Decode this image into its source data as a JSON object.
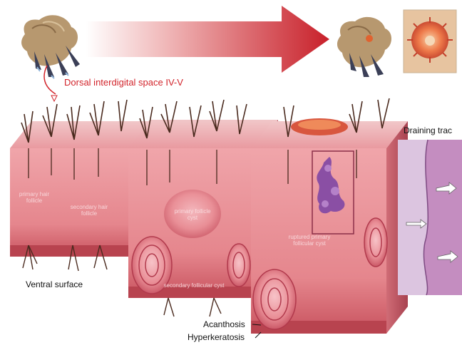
{
  "labels": {
    "dorsal_space": "Dorsal interdigital space IV-V",
    "draining_tract": "Draining trac",
    "ventral_surface": "Ventral surface",
    "acanthosis": "Acanthosis",
    "hyperkeratosis": "Hyperkeratosis"
  },
  "inner_labels": {
    "primary_hair_follicle": "primary hair follicle",
    "secondary_hair_follicle": "secondary hair follicle",
    "primary_hair_cyst": "primary follicle cyst",
    "secondary_follicular_cyst": "secondary follicular cyst",
    "ruptured_cyst": "ruptured primary follicular cyst"
  },
  "colors": {
    "label_red": "#d2242b",
    "skin": "#e9878d",
    "skin_dark": "#c95f6a",
    "arrow_red": "#c8202a",
    "histology": "#b77ab7"
  }
}
